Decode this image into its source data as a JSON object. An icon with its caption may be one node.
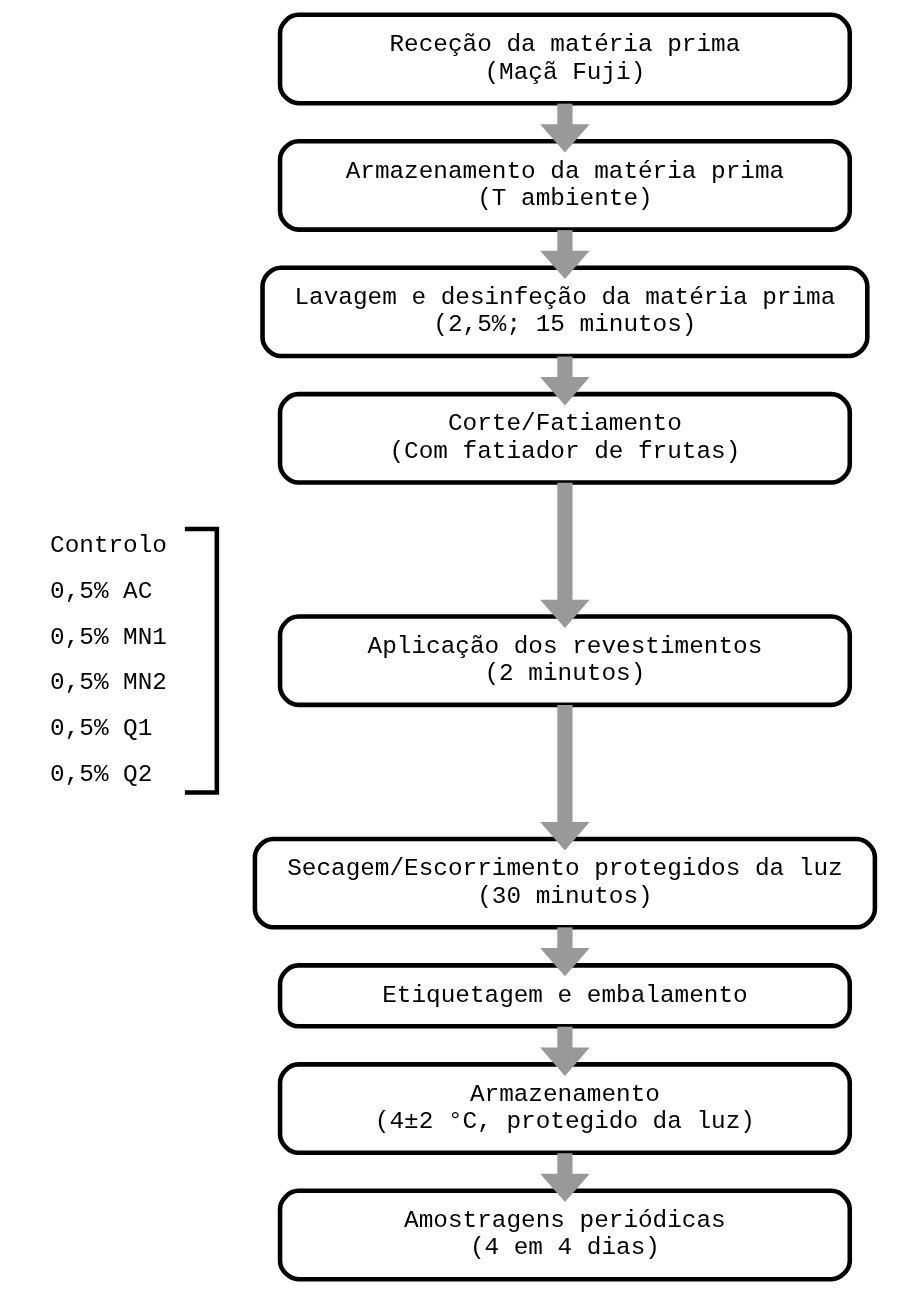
{
  "diagram": {
    "nodes": [
      {
        "text": [
          "Receção da matéria prima",
          "(Maçã Fuji)"
        ]
      },
      {
        "text": [
          "Armazenamento da matéria prima",
          "(T ambiente)"
        ]
      },
      {
        "text": [
          "Lavagem e desinfeção da matéria prima",
          "(2,5%; 15 minutos)"
        ]
      },
      {
        "text": [
          "Corte/Fatiamento",
          "(Com fatiador de frutas)"
        ]
      },
      {
        "text": [
          "Aplicação dos revestimentos",
          "(2 minutos)"
        ]
      },
      {
        "text": [
          "Secagem/Escorrimento protegidos da luz",
          "(30 minutos)"
        ]
      },
      {
        "text": [
          "Etiquetagem e embalamento"
        ]
      },
      {
        "text": [
          "Armazenamento",
          "(4±2 °C, protegido da luz)"
        ]
      },
      {
        "text": [
          "Amostragens periódicas",
          "(4 em 4 dias)"
        ]
      }
    ],
    "edges": [
      {
        "from": 0,
        "to": 1,
        "arrow": "to"
      },
      {
        "from": 1,
        "to": 2,
        "arrow": "to"
      },
      {
        "from": 2,
        "to": 3,
        "arrow": "to"
      },
      {
        "from": 3,
        "to": 4,
        "arrow": "to"
      },
      {
        "from": 4,
        "to": 5,
        "arrow": "to"
      },
      {
        "from": 5,
        "to": 6,
        "arrow": "to"
      },
      {
        "from": 6,
        "to": 7,
        "arrow": "to"
      },
      {
        "from": 7,
        "to": 8,
        "arrow": "to"
      }
    ],
    "labels": [
      "Controlo",
      "0,5% AC",
      "0,5% MN1",
      "0,5% MN2",
      "0,5% Q1",
      "0,5% Q2"
    ]
  }
}
